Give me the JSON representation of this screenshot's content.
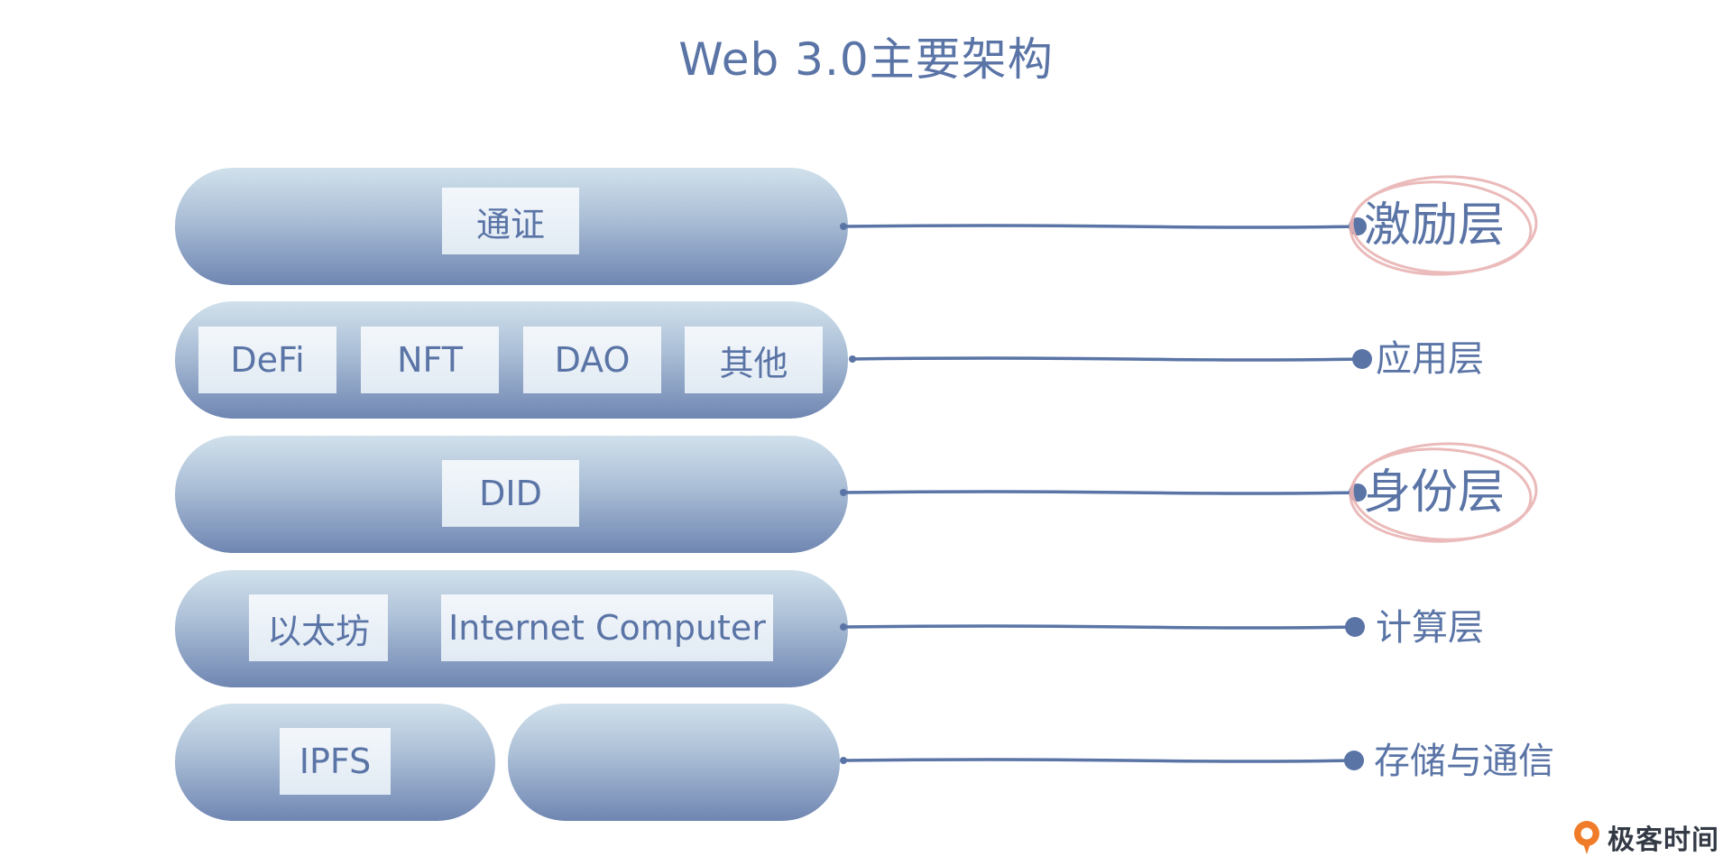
{
  "title": "Web 3.0主要架构",
  "layers": {
    "incentive": {
      "items": [
        "通证"
      ],
      "label": "激励层"
    },
    "application": {
      "items": [
        "DeFi",
        "NFT",
        "DAO",
        "其他"
      ],
      "label": "应用层"
    },
    "identity": {
      "items": [
        "DID"
      ],
      "label": "身份层"
    },
    "compute": {
      "items": [
        "以太坊",
        "Internet Computer"
      ],
      "label": "计算层"
    },
    "storage": {
      "items": [
        "IPFS"
      ],
      "label": "存储与通信"
    }
  },
  "highlighted_labels": [
    "激励层",
    "身份层"
  ],
  "brand": {
    "name": "极客时间",
    "icon": "geektime-logo-icon"
  },
  "colors": {
    "text": "#5a74a6",
    "line": "#5a74a6",
    "highlight_circle": "#e9b3b3"
  }
}
